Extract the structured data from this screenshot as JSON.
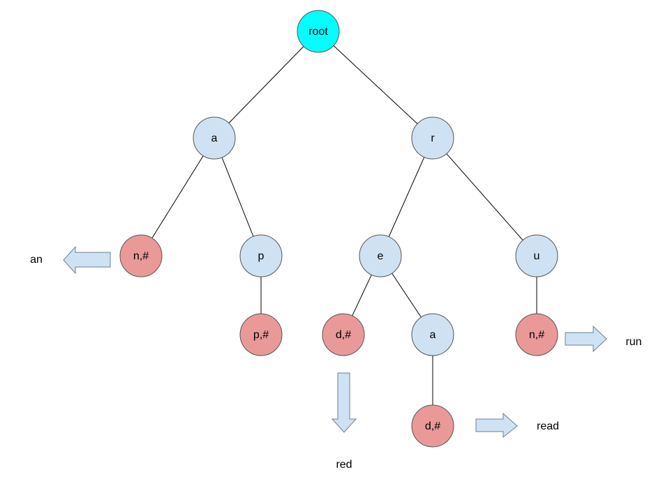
{
  "colors": {
    "root": "#00ffff",
    "internal": "#cfe2f3",
    "terminal": "#ea9999",
    "arrow": "#cfe2f3"
  },
  "nodes": {
    "root": {
      "label": "root",
      "kind": "root"
    },
    "a1": {
      "label": "a",
      "kind": "internal"
    },
    "r": {
      "label": "r",
      "kind": "internal"
    },
    "n1": {
      "label": "n,#",
      "kind": "terminal"
    },
    "p1": {
      "label": "p",
      "kind": "internal"
    },
    "e": {
      "label": "e",
      "kind": "internal"
    },
    "u": {
      "label": "u",
      "kind": "internal"
    },
    "p2": {
      "label": "p,#",
      "kind": "terminal"
    },
    "d1": {
      "label": "d,#",
      "kind": "terminal"
    },
    "a2": {
      "label": "a",
      "kind": "internal"
    },
    "n2": {
      "label": "n,#",
      "kind": "terminal"
    },
    "d2": {
      "label": "d,#",
      "kind": "terminal"
    }
  },
  "edges": [
    [
      "root",
      "a1"
    ],
    [
      "root",
      "r"
    ],
    [
      "a1",
      "n1"
    ],
    [
      "a1",
      "p1"
    ],
    [
      "r",
      "e"
    ],
    [
      "r",
      "u"
    ],
    [
      "p1",
      "p2"
    ],
    [
      "e",
      "d1"
    ],
    [
      "e",
      "a2"
    ],
    [
      "u",
      "n2"
    ],
    [
      "a2",
      "d2"
    ]
  ],
  "words": {
    "an": "an",
    "red": "red",
    "read": "read",
    "run": "run"
  }
}
